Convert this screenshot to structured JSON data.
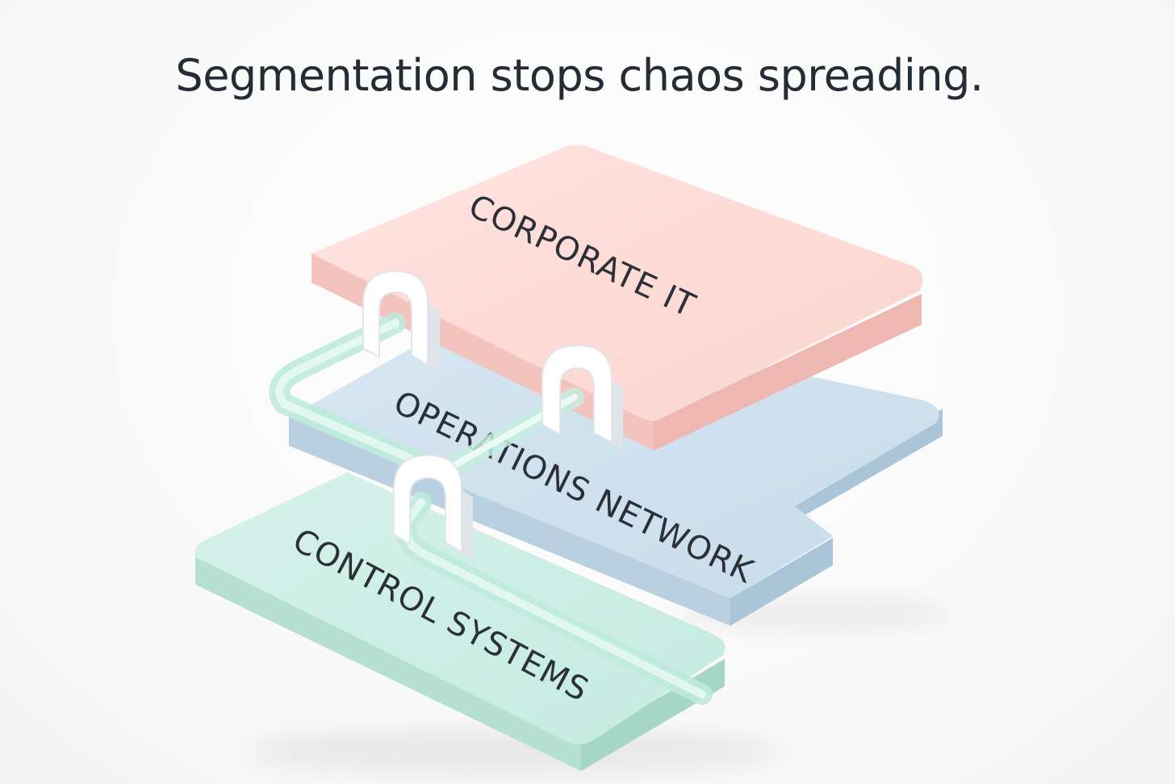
{
  "title": "Segmentation stops chaos spreading.",
  "layers": [
    {
      "label": "CORPORATE IT",
      "color": "#fddcd8"
    },
    {
      "label": "OPERATIONS NETWORK",
      "color": "#cfe1ee"
    },
    {
      "label": "CONTROL SYSTEMS",
      "color": "#cdeee4"
    }
  ],
  "connector_color": "#c6efe0"
}
